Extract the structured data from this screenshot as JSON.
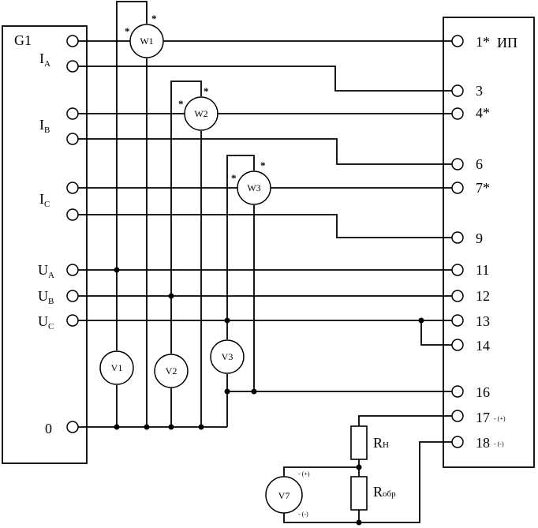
{
  "left_block": {
    "title": "G1",
    "terminals": {
      "ia": {
        "main": "I",
        "sub": "A"
      },
      "ib": {
        "main": "I",
        "sub": "B"
      },
      "ic": {
        "main": "I",
        "sub": "C"
      },
      "ua": {
        "main": "U",
        "sub": "A"
      },
      "ub": {
        "main": "U",
        "sub": "B"
      },
      "uc": {
        "main": "U",
        "sub": "C"
      },
      "zero": "0"
    }
  },
  "right_block": {
    "title": "ИП",
    "terminals": {
      "t1": "1*",
      "t3": "3",
      "t4": "4*",
      "t6": "6",
      "t7": "7*",
      "t9": "9",
      "t11": "11",
      "t12": "12",
      "t13": "13",
      "t14": "14",
      "t16": "16",
      "t17": "17",
      "t18": "18"
    },
    "polarity": {
      "t17": "- (+)",
      "t18": "- (-)"
    }
  },
  "wattmeters": {
    "w1": "W1",
    "w2": "W2",
    "w3": "W3",
    "star": "*"
  },
  "voltmeters": {
    "v1": "V1",
    "v2": "V2",
    "v3": "V3",
    "v7": "V7",
    "v7_plus": "- (+)",
    "v7_minus": "- (-)"
  },
  "resistors": {
    "rh": {
      "main": "R",
      "sub": "Н"
    },
    "robr": {
      "main": "R",
      "sub": "обр"
    }
  }
}
